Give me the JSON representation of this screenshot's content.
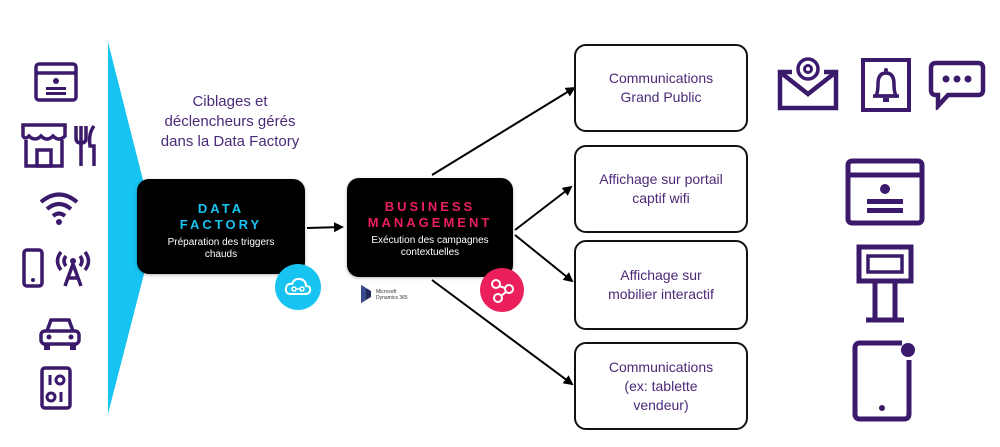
{
  "caption": "Ciblages et\ndéclencheurs gérés\ndans la Data Factory",
  "data_factory": {
    "title": "DATA\nFACTORY",
    "subtitle": "Préparation des triggers\nchauds"
  },
  "business_management": {
    "title": "BUSINESS\nMANAGEMENT",
    "subtitle": "Exécution des campagnes\ncontextuelles",
    "vendor_logo": "Microsoft\nDynamics 365"
  },
  "outputs": [
    "Communications\nGrand Public",
    "Affichage sur portail\ncaptif wifi",
    "Affichage sur\nmobilier interactif",
    "Communications\n(ex: tablette\nvendeur)"
  ],
  "colors": {
    "purple": "#3b1a6b",
    "cyan": "#17c3f0",
    "pink": "#ea1f5c",
    "cloud_badge": "#17c3f0",
    "flow_badge": "#ea1f5c"
  },
  "left_icons": [
    "web-page-icon",
    "storefront-icon",
    "fork-knife-icon",
    "wifi-icon",
    "smartphone-icon",
    "antenna-icon",
    "car-icon",
    "parking-meter-icon"
  ],
  "right_icons": [
    "email-icon",
    "bell-icon",
    "chat-icon",
    "web-page-icon",
    "kiosk-icon",
    "tablet-icon"
  ]
}
